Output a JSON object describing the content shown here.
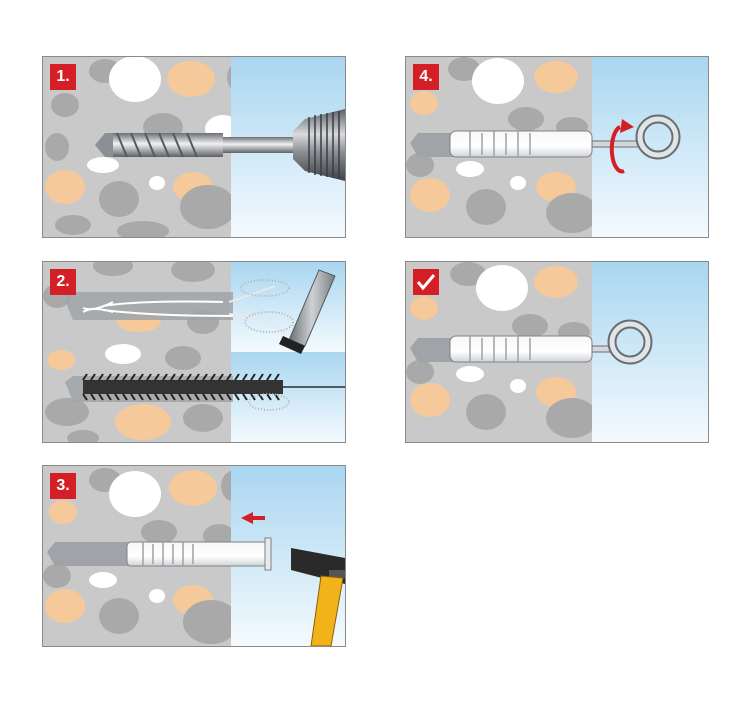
{
  "steps": [
    {
      "id": "step-1",
      "label": "1.",
      "action": "drill-hole"
    },
    {
      "id": "step-2",
      "label": "2.",
      "action": "clean-hole"
    },
    {
      "id": "step-3",
      "label": "3.",
      "action": "hammer-in-plug"
    },
    {
      "id": "step-4",
      "label": "4.",
      "action": "screw-in-eye-hook"
    },
    {
      "id": "step-done",
      "label": "",
      "action": "finished",
      "icon": "checkmark-icon"
    }
  ],
  "colors": {
    "badge": "#d41f26",
    "wall": "#c9c9c9",
    "stone_grey": "#a9a9a9",
    "stone_tan": "#f5c99a",
    "stone_white": "#ffffff",
    "sky": "#bfe0f3",
    "arrow": "#d41f26",
    "hammer_handle": "#f2b21a"
  }
}
